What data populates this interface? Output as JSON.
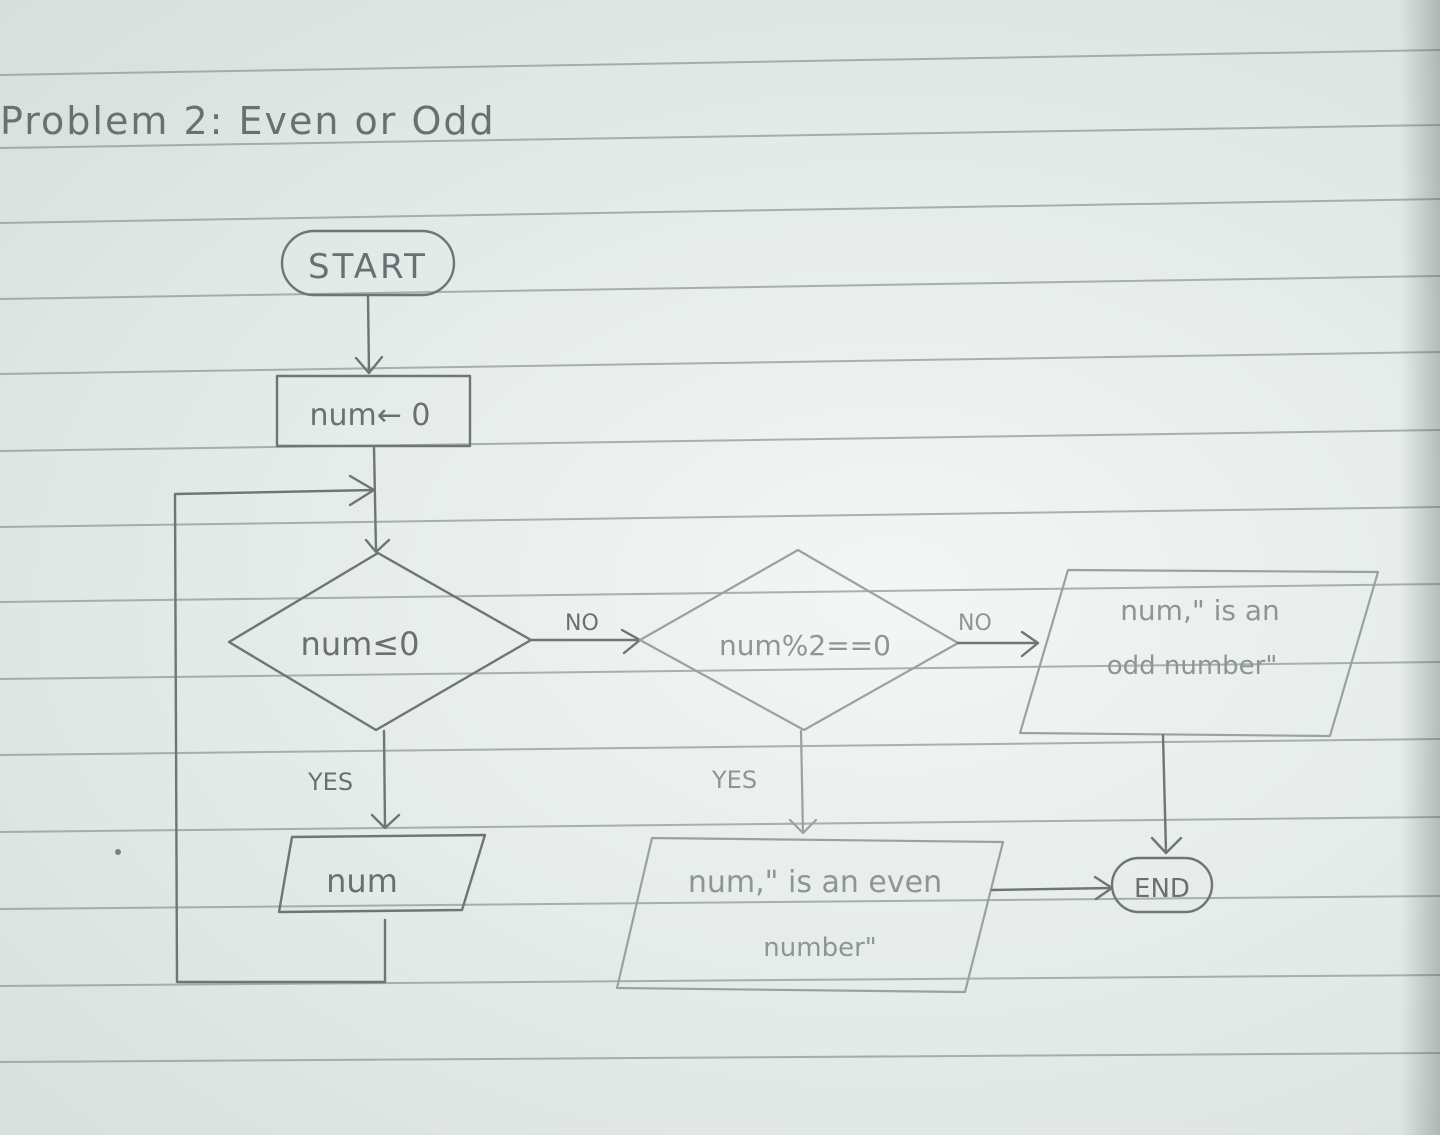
{
  "page_title": "Problem 2: Even or Odd",
  "nodes": {
    "start": "START",
    "init": "num← 0",
    "condition_1": "num≤0",
    "output_num": "num",
    "condition_2": "num%2==0",
    "output_even_line1": "num,\" is an even",
    "output_even_line2": "number\"",
    "output_odd_line1": "num,\" is an",
    "output_odd_line2": "odd number\"",
    "end": "END"
  },
  "edge_labels": {
    "c1_no": "NO",
    "c1_yes": "YES",
    "c2_no": "NO",
    "c2_yes": "YES"
  }
}
